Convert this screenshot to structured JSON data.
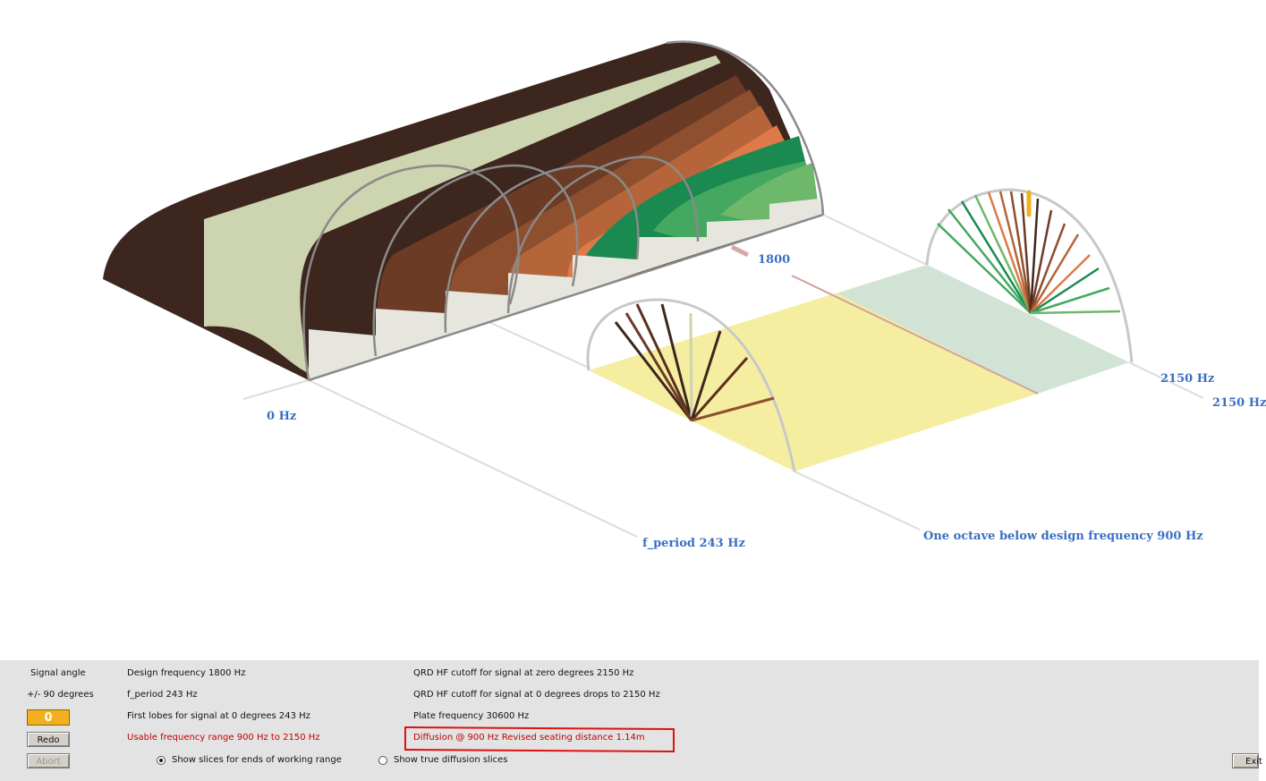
{
  "scene": {
    "labels": {
      "design_marker": "1800",
      "zero": "0 Hz",
      "f_period": "f_period  243 Hz",
      "octave": "One octave below design frequency  900 Hz",
      "cutoff_a": "2150 Hz",
      "cutoff_b": "2150 Hz"
    },
    "colors": {
      "dark_brown": "#3d261d",
      "mid_brown": "#6b3b25",
      "rust": "#a85a35",
      "orange": "#dd7a48",
      "green_dark": "#1a8a50",
      "green_mid": "#45a860",
      "green_light": "#6db86a",
      "sage": "#cdd4b0",
      "yellow_plane": "#f5eea0",
      "mint_plane": "#d0e3d5"
    }
  },
  "panel": {
    "signal_angle_label": "Signal angle",
    "angle_range_label": "+/- 90 degrees",
    "angle_value": "0",
    "redo_label": "Redo",
    "abort_label": "Abort",
    "design_frequency": "Design frequency  1800 Hz",
    "f_period": "f_period  243 Hz",
    "first_lobes": "First lobes for signal at  0 degrees  243 Hz",
    "usable_range": "Usable frequency range  900 Hz to  2150 Hz",
    "qrd_cutoff_zero": "QRD HF cutoff for signal at zero degrees  2150 Hz",
    "qrd_cutoff_drop": "QRD HF cutoff for signal at  0 degrees drops to  2150 Hz",
    "plate_frequency": "Plate frequency  30600 Hz",
    "diffusion": "Diffusion @ 900 Hz Revised seating distance 1.14m",
    "radio_slices_ends": "Show slices for ends of working range",
    "radio_true_slices": "Show true diffusion slices",
    "exit_label": "Exit"
  }
}
